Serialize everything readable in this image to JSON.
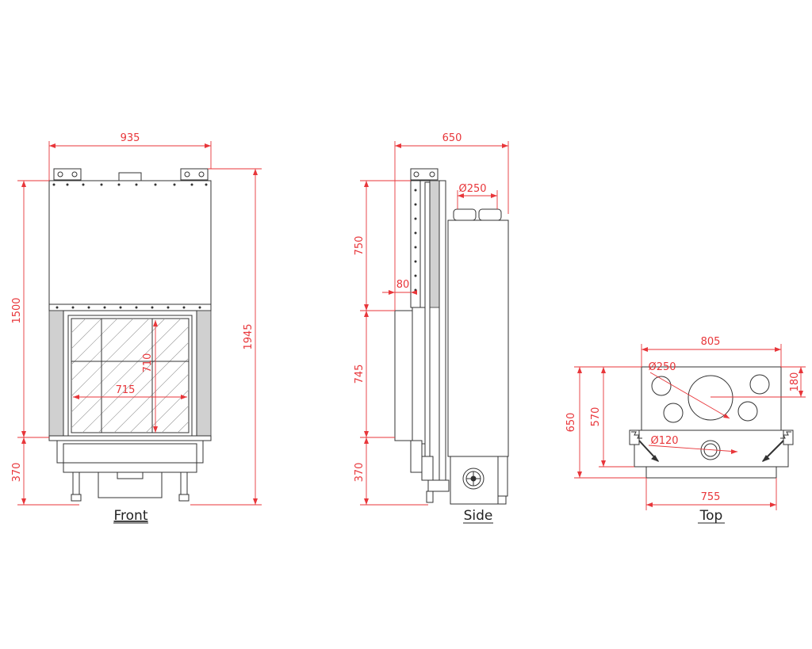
{
  "views": {
    "front": {
      "caption": "Front",
      "dims": {
        "width": "935",
        "height": "1945",
        "upper": "1500",
        "base": "370",
        "glass_w": "715",
        "glass_h": "710"
      }
    },
    "side": {
      "caption": "Side",
      "dims": {
        "depth": "650",
        "flue": "Ø250",
        "upper": "750",
        "mid": "745",
        "base": "370",
        "offset": "80"
      }
    },
    "top": {
      "caption": "Top",
      "dims": {
        "width_top": "805",
        "width_bottom": "755",
        "depth": "650",
        "inner": "570",
        "edge": "180",
        "flue": "Ø250",
        "small": "Ø120"
      }
    }
  },
  "colors": {
    "dimension": "#e8363a",
    "outline": "#333333",
    "gray": "#d0d0d0"
  }
}
